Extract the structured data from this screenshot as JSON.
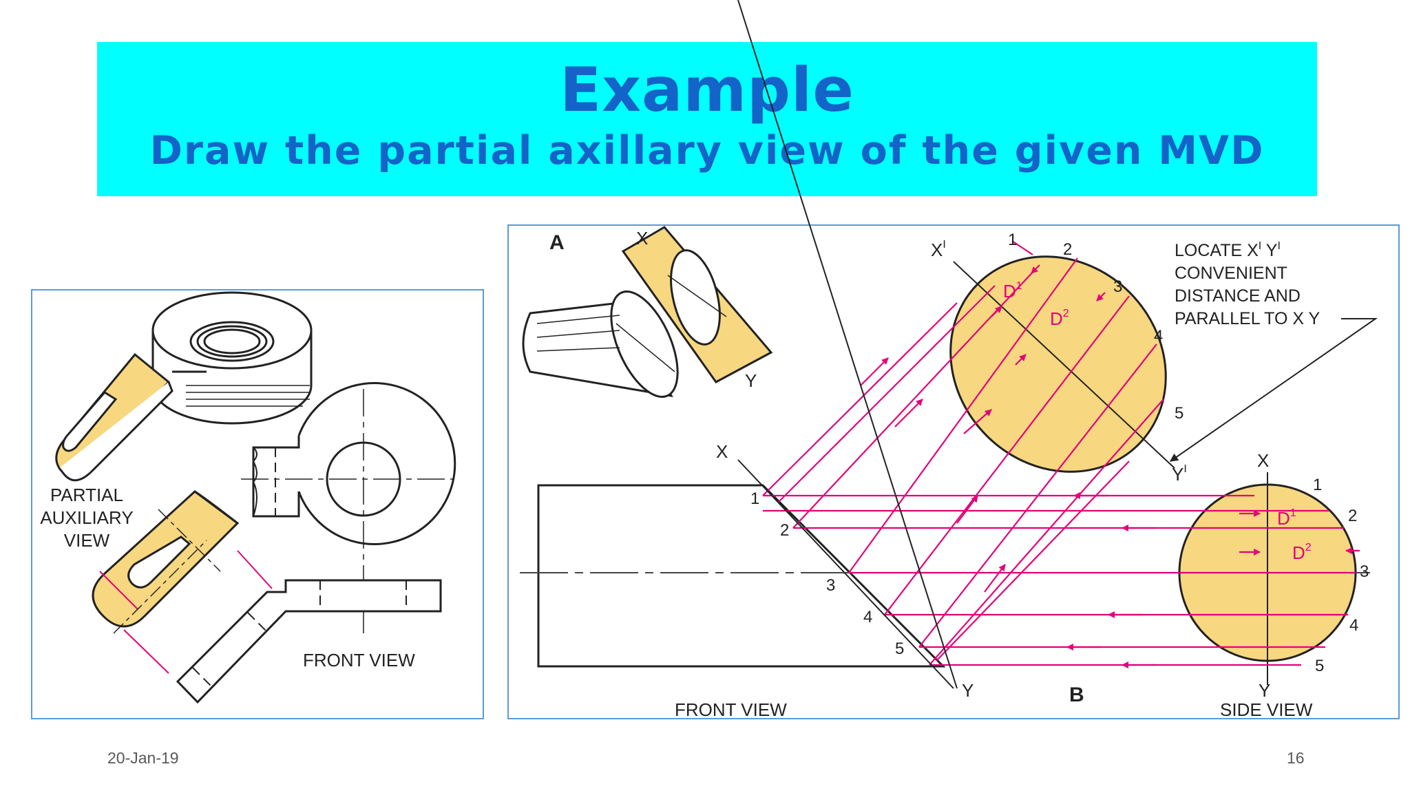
{
  "slide": {
    "title": "Example",
    "subtitle": "Draw the partial axillary view of the given MVD",
    "date": "20-Jan-19",
    "page_number": "16"
  },
  "colors": {
    "banner": "#00ffff",
    "title": "#1463c8",
    "fill": "#f7d77f",
    "projection": "#e3007a",
    "frame": "#5b9bd5"
  },
  "left_figure": {
    "partial_aux_label": [
      "PARTIAL",
      "AUXILIARY",
      "VIEW"
    ],
    "front_view_label": "FRONT VIEW"
  },
  "right_figure": {
    "label_a": "A",
    "label_b": "B",
    "x": "X",
    "y": "Y",
    "x_prime": "X",
    "y_prime": "Y",
    "prime_mark": "I",
    "d": "D",
    "sup1": "1",
    "sup2": "2",
    "points": [
      "1",
      "2",
      "3",
      "4",
      "5"
    ],
    "note": [
      "LOCATE X",
      "CONVENIENT",
      "DISTANCE AND",
      "PARALLEL TO X Y"
    ],
    "note_y": "Y",
    "front_view_label": "FRONT VIEW",
    "side_view_label": "SIDE VIEW"
  }
}
